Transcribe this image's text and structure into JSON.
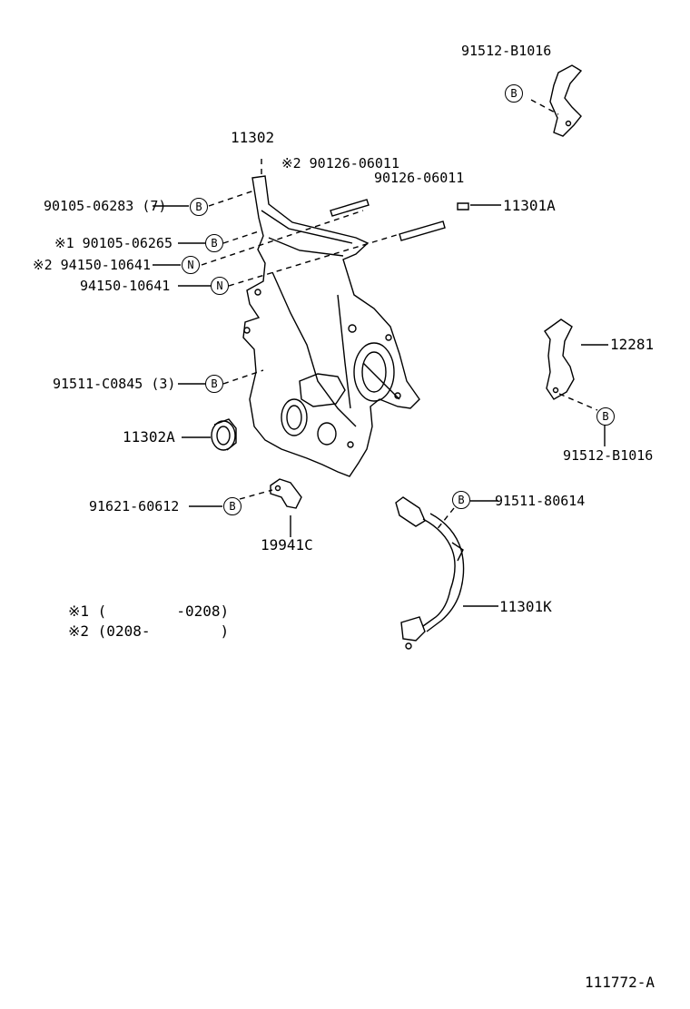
{
  "parts": {
    "p_91512_b1016_top": "91512-B1016",
    "p_11302": "11302",
    "p_90126_06011_s2": "※2 90126-06011",
    "p_90126_06011": "90126-06011",
    "p_11301a": "11301A",
    "p_90105_06283": "90105-06283 (7)",
    "p_90105_06265": "※1 90105-06265",
    "p_94150_10641_s2": "※2 94150-10641",
    "p_94150_10641": "94150-10641",
    "p_12281": "12281",
    "p_91511_c0845": "91511-C0845 (3)",
    "p_11302a": "11302A",
    "p_91512_b1016_right": "91512-B1016",
    "p_91621_60612": "91621-60612",
    "p_91511_80614": "91511-80614",
    "p_19941c": "19941C",
    "p_11301k": "11301K"
  },
  "markers": {
    "b": "B",
    "n": "N"
  },
  "notes": {
    "note1": "※1 (        -0208)",
    "note2": "※2 (0208-        )"
  },
  "diagram_id": "111772-A"
}
